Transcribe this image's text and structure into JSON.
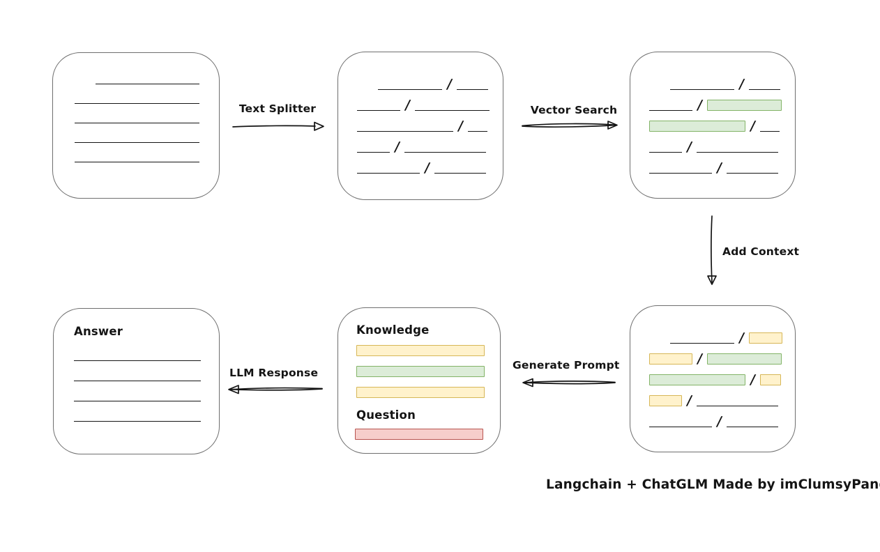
{
  "caption": "Langchain + ChatGLM Made by imClumsyPanda",
  "labels": {
    "text_splitter": "Text Splitter",
    "vector_search": "Vector Search",
    "add_context": "Add Context",
    "generate_prompt": "Generate Prompt",
    "llm_response": "LLM Response",
    "knowledge": "Knowledge",
    "question": "Question",
    "answer": "Answer"
  },
  "colors": {
    "line": "#141414",
    "box_border": "#6e6e6e",
    "green_fill": "#dcecd8",
    "green_border": "#82b366",
    "yellow_fill": "#fff2cc",
    "yellow_border": "#d6b656",
    "red_fill": "#f6cecb",
    "red_border": "#b85450"
  },
  "document_lines": [
    {
      "indent": 30,
      "w": 149
    },
    {
      "indent": 0,
      "w": 179
    },
    {
      "indent": 0,
      "w": 179
    },
    {
      "indent": 0,
      "w": 179
    },
    {
      "indent": 0,
      "w": 179
    }
  ],
  "answer_lines": [
    {
      "indent": 0,
      "w": 182
    },
    {
      "indent": 0,
      "w": 182
    },
    {
      "indent": 0,
      "w": 182
    },
    {
      "indent": 0,
      "w": 182
    }
  ],
  "split_rows": [
    {
      "indent": 30,
      "segments": [
        {
          "kind": "line",
          "w": 92
        },
        {
          "kind": "line",
          "w": 45
        }
      ]
    },
    {
      "indent": 0,
      "segments": [
        {
          "kind": "line",
          "w": 62
        },
        {
          "kind": "line",
          "w": 107
        }
      ]
    },
    {
      "indent": 0,
      "segments": [
        {
          "kind": "line",
          "w": 138
        },
        {
          "kind": "line",
          "w": 28
        }
      ]
    },
    {
      "indent": 0,
      "segments": [
        {
          "kind": "line",
          "w": 47
        },
        {
          "kind": "line",
          "w": 117
        }
      ]
    },
    {
      "indent": 0,
      "segments": [
        {
          "kind": "line",
          "w": 90
        },
        {
          "kind": "line",
          "w": 74
        }
      ]
    }
  ],
  "search_rows": [
    {
      "indent": 30,
      "segments": [
        {
          "kind": "line",
          "w": 92
        },
        {
          "kind": "line",
          "w": 45
        }
      ]
    },
    {
      "indent": 0,
      "segments": [
        {
          "kind": "line",
          "w": 62
        },
        {
          "kind": "green",
          "w": 107
        }
      ]
    },
    {
      "indent": 0,
      "segments": [
        {
          "kind": "green",
          "w": 138
        },
        {
          "kind": "line",
          "w": 28
        }
      ]
    },
    {
      "indent": 0,
      "segments": [
        {
          "kind": "line",
          "w": 47
        },
        {
          "kind": "line",
          "w": 117
        }
      ]
    },
    {
      "indent": 0,
      "segments": [
        {
          "kind": "line",
          "w": 90
        },
        {
          "kind": "line",
          "w": 74
        }
      ]
    }
  ],
  "context_rows": [
    {
      "indent": 30,
      "segments": [
        {
          "kind": "line",
          "w": 92
        },
        {
          "kind": "yellow",
          "w": 48
        }
      ]
    },
    {
      "indent": 0,
      "segments": [
        {
          "kind": "yellow",
          "w": 62
        },
        {
          "kind": "green",
          "w": 107
        }
      ]
    },
    {
      "indent": 0,
      "segments": [
        {
          "kind": "green",
          "w": 138
        },
        {
          "kind": "yellow",
          "w": 30
        }
      ]
    },
    {
      "indent": 0,
      "segments": [
        {
          "kind": "yellow",
          "w": 47
        },
        {
          "kind": "line",
          "w": 117
        }
      ]
    },
    {
      "indent": 0,
      "segments": [
        {
          "kind": "line",
          "w": 90
        },
        {
          "kind": "line",
          "w": 74
        }
      ]
    }
  ],
  "prompt_bars": {
    "knowledge": [
      "yellow",
      "green",
      "yellow"
    ],
    "question": [
      "red"
    ]
  }
}
